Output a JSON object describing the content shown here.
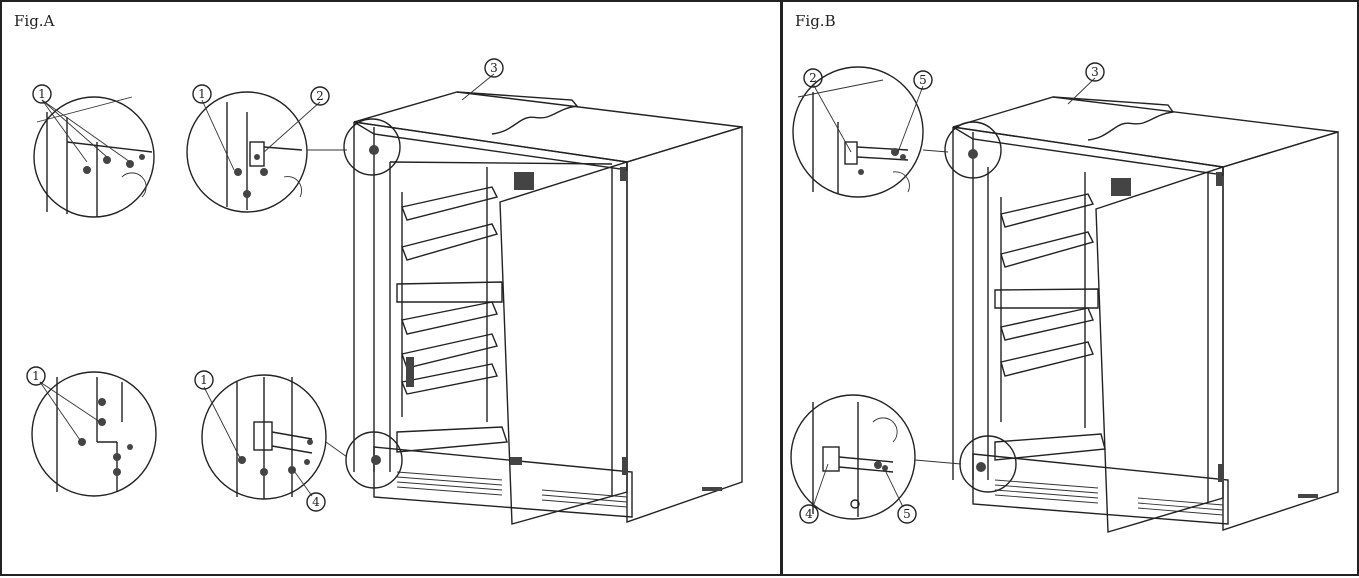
{
  "figures": [
    {
      "label": "Fig.A",
      "callouts": [
        "1",
        "1",
        "2",
        "3",
        "1",
        "1",
        "4"
      ]
    },
    {
      "label": "Fig.B",
      "callouts": [
        "2",
        "5",
        "3",
        "4",
        "5"
      ]
    }
  ],
  "callout_color": "#222222"
}
